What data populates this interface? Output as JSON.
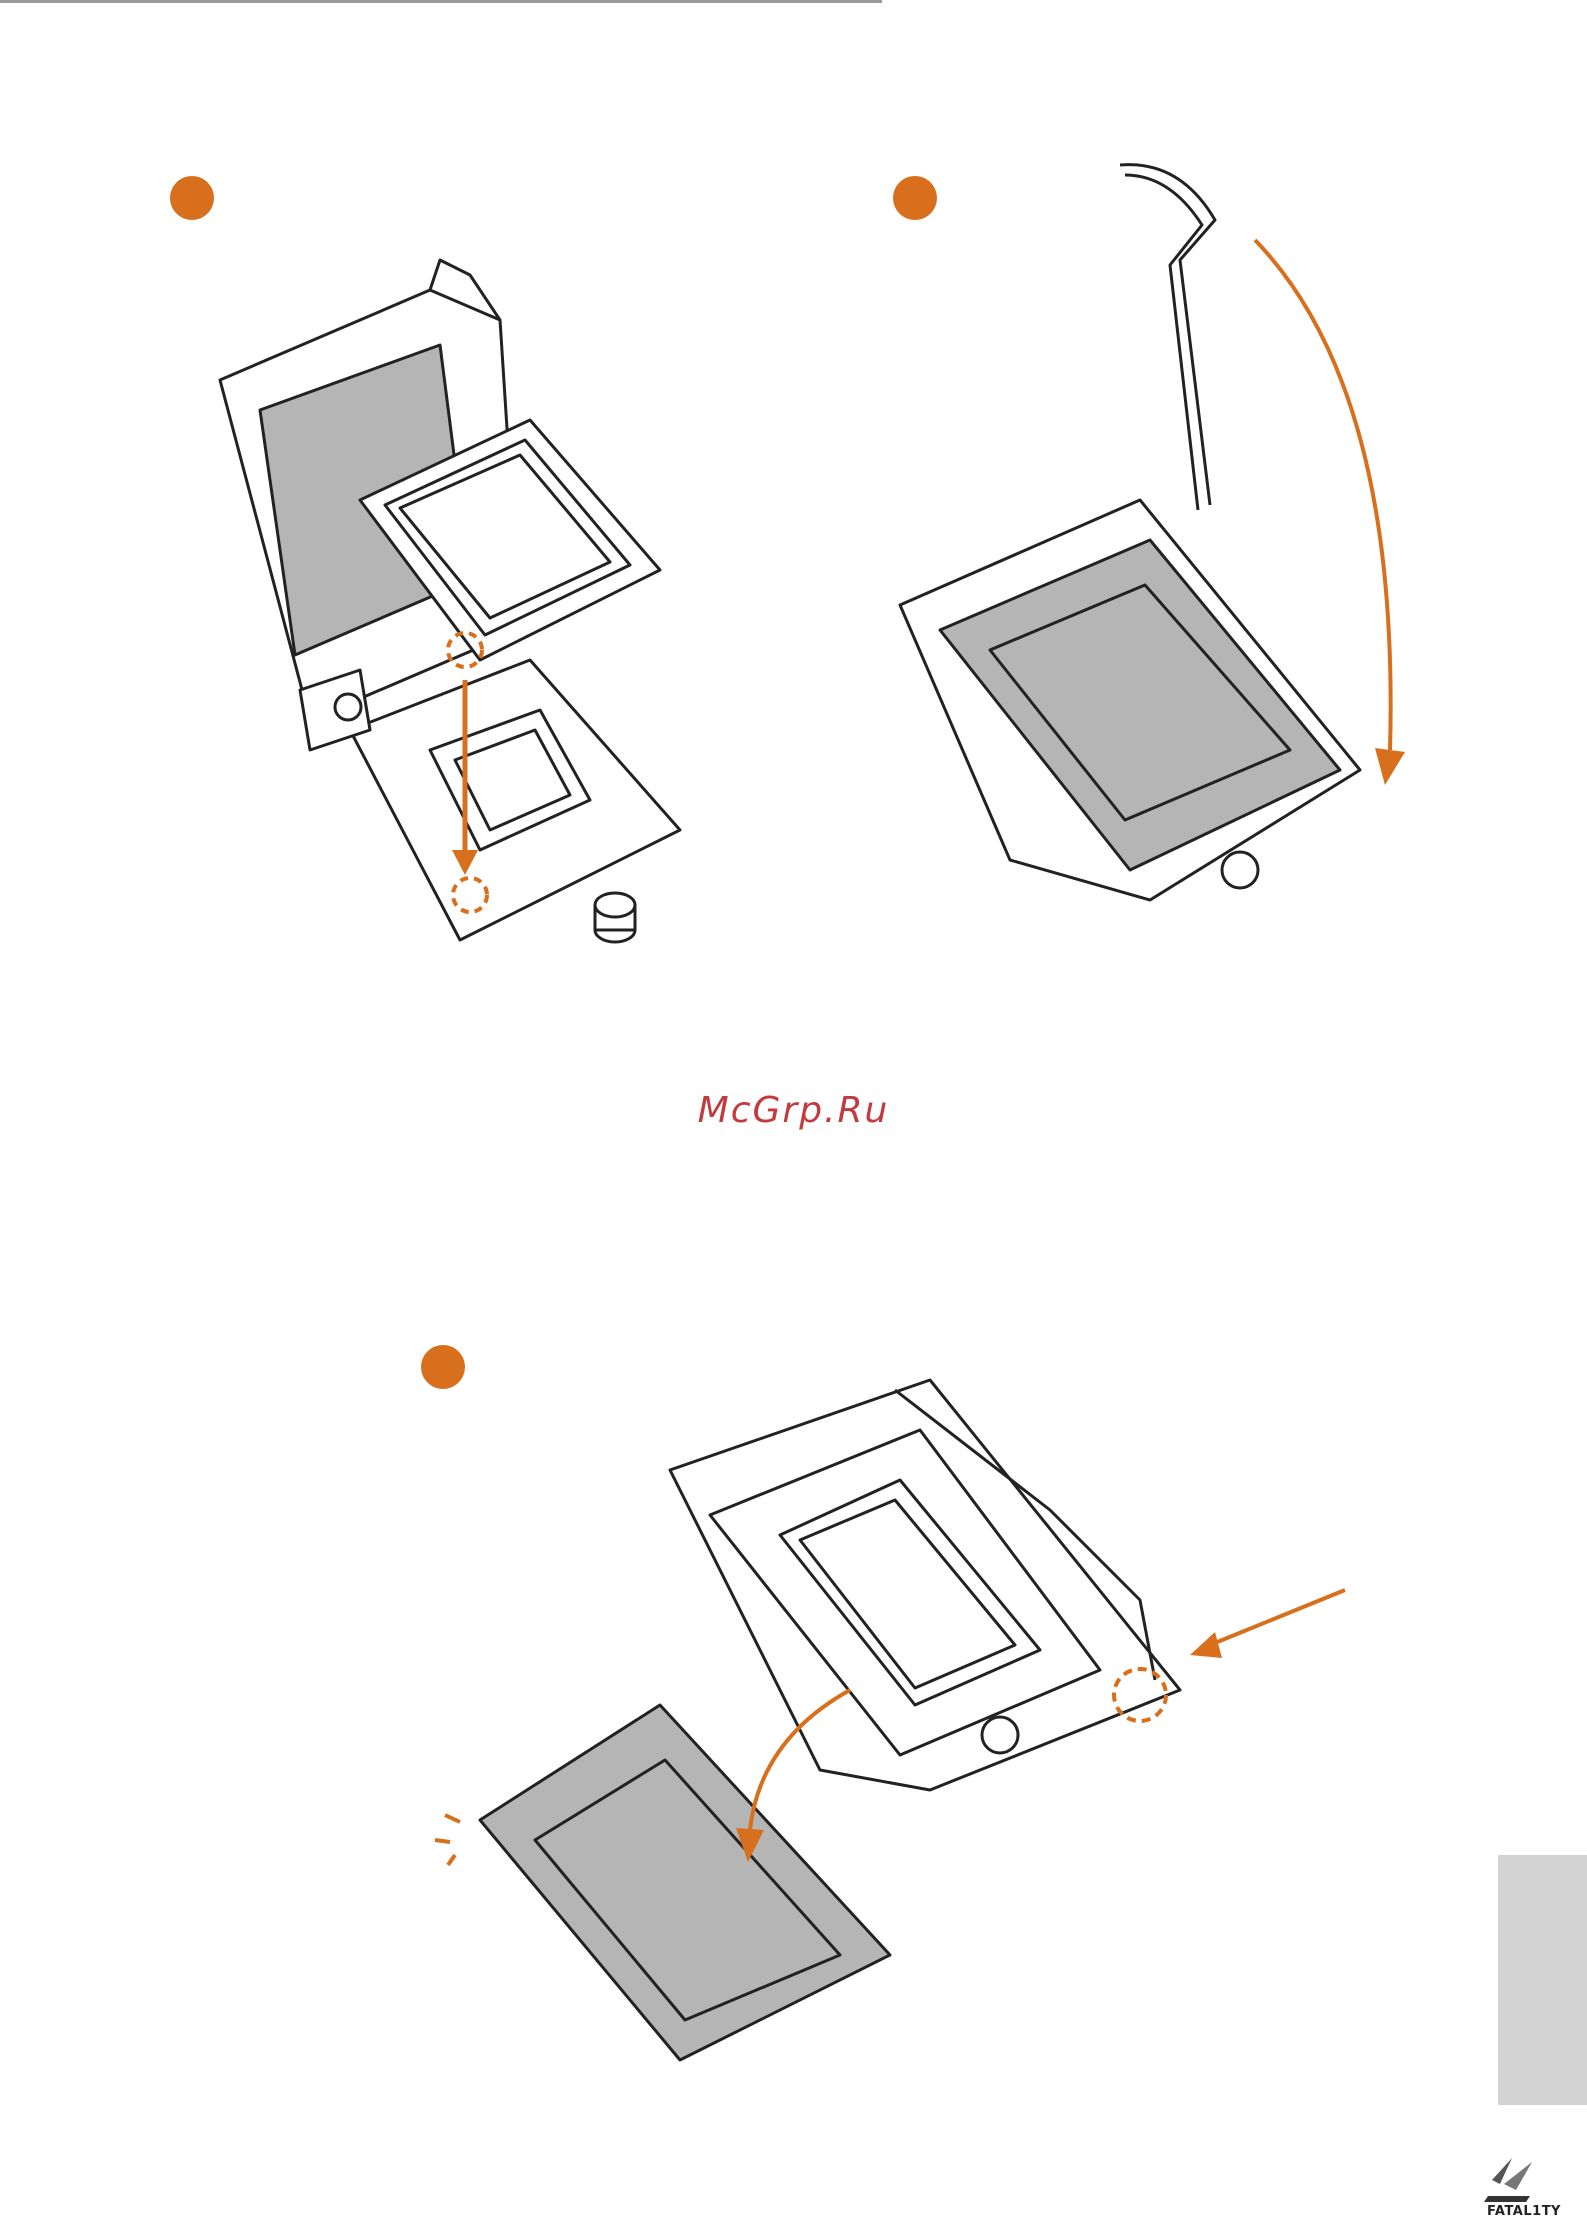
{
  "watermark": {
    "text": "McGrp.Ru",
    "color": "#c4393d"
  },
  "brand": {
    "name": "FATAL1TY"
  },
  "colors": {
    "accent": "#d86f1c",
    "socket_gray": "#b5b5b5",
    "side_tab": "#d3d3d3"
  },
  "steps": [
    {
      "icon": "step-marker-dot",
      "depicts": "cpu-insert"
    },
    {
      "icon": "step-marker-dot",
      "depicts": "close-load-plate"
    },
    {
      "icon": "step-marker-dot",
      "depicts": "lock-lever-remove-cap"
    }
  ]
}
